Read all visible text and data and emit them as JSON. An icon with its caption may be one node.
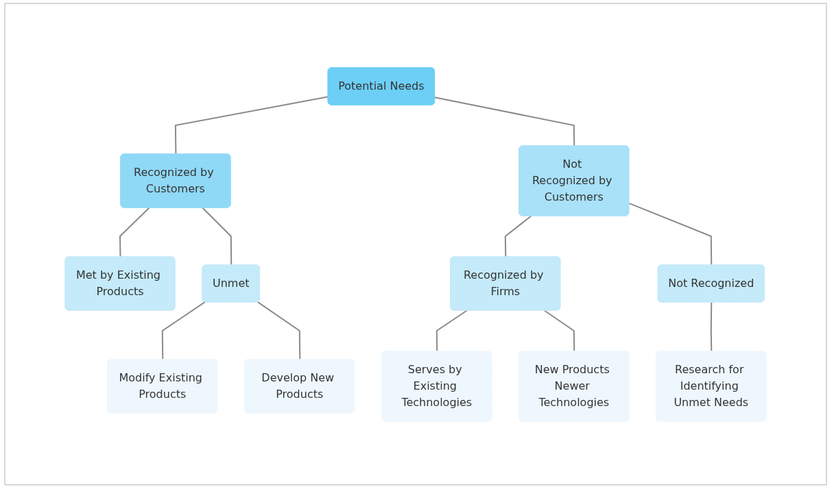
{
  "diagram": {
    "nodes": [
      {
        "text": [
          "Potential Needs"
        ]
      },
      {
        "text": [
          "Recognized by Customers"
        ]
      },
      {
        "text": [
          "Not Recognized by Customers"
        ]
      },
      {
        "text": [
          "Met by Existing Products"
        ]
      },
      {
        "text": [
          "Unmet"
        ]
      },
      {
        "text": [
          "Recognized by Firms"
        ]
      },
      {
        "text": [
          "Not Recognized"
        ]
      },
      {
        "text": [
          "Modify Existing Products"
        ]
      },
      {
        "text": [
          "Develop New Products"
        ]
      },
      {
        "text": [
          "Serves by Existing Technologies"
        ]
      },
      {
        "text": [
          "New Products Newer Technologies"
        ]
      },
      {
        "text": [
          "Research for Identifying Unmet Needs"
        ]
      }
    ],
    "edges": [
      {
        "from": 0,
        "to": 1,
        "arrow": "none"
      },
      {
        "from": 0,
        "to": 2,
        "arrow": "none"
      },
      {
        "from": 1,
        "to": 3,
        "arrow": "none"
      },
      {
        "from": 1,
        "to": 4,
        "arrow": "none"
      },
      {
        "from": 2,
        "to": 5,
        "arrow": "none"
      },
      {
        "from": 2,
        "to": 6,
        "arrow": "none"
      },
      {
        "from": 4,
        "to": 7,
        "arrow": "none"
      },
      {
        "from": 4,
        "to": 8,
        "arrow": "none"
      },
      {
        "from": 5,
        "to": 9,
        "arrow": "none"
      },
      {
        "from": 5,
        "to": 10,
        "arrow": "none"
      },
      {
        "from": 6,
        "to": 11,
        "arrow": "none"
      }
    ]
  }
}
